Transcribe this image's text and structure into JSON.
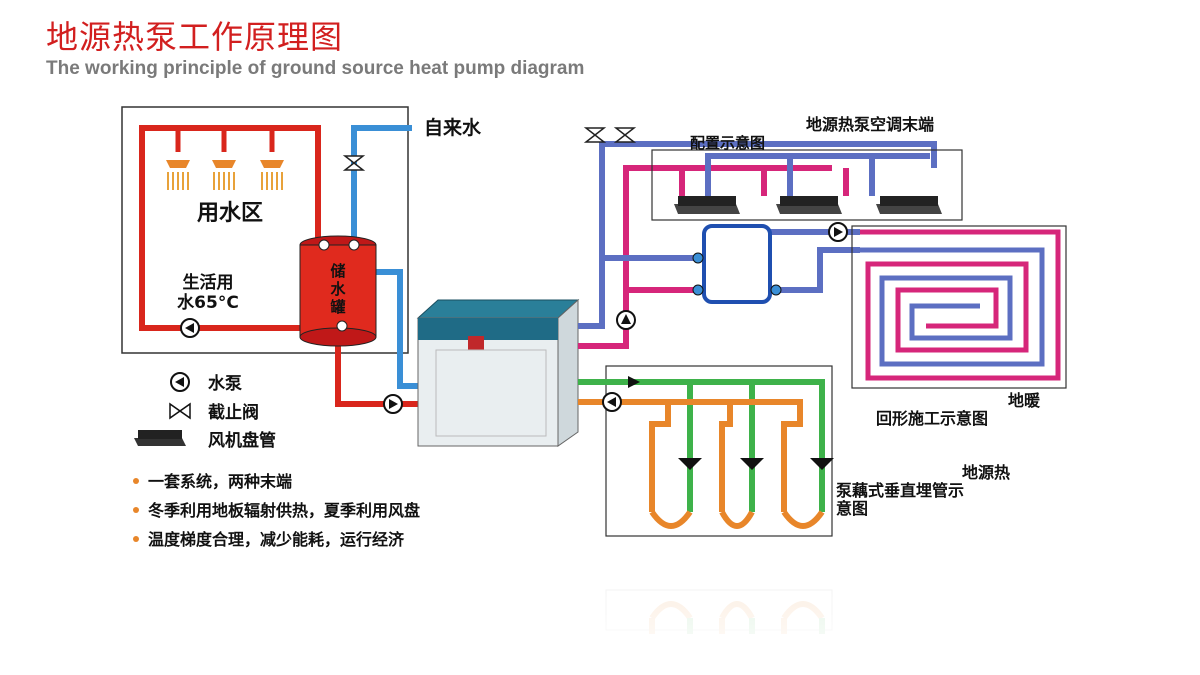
{
  "header": {
    "title": "地源热泵工作原理图",
    "subtitle": "The working principle of ground source heat pump diagram"
  },
  "diagram": {
    "water_use_area": "用水区",
    "tap_water": "自来水",
    "domestic_water_line1": "生活用",
    "domestic_water_line2": "水65°C",
    "tank_label": [
      "储",
      "水",
      "罐"
    ],
    "ac_terminal_title": "地源热泵空调末端",
    "ac_terminal_sub": "配置示意图",
    "floor_heating_title": "地暖",
    "floor_heating_sub": "回形施工示意图",
    "ground_pipe_title_line1": "地源热",
    "ground_pipe_title_line2": "泵藕式垂直埋管示",
    "ground_pipe_title_line3": "意图"
  },
  "legend": [
    {
      "icon": "pump-icon",
      "label": "水泵"
    },
    {
      "icon": "valve-icon",
      "label": "截止阀"
    },
    {
      "icon": "fan-coil-icon",
      "label": "风机盘管"
    }
  ],
  "bullets": [
    "一套系统，两种末端",
    "冬季利用地板辐射供热，夏季利用风盘",
    "温度梯度合理，减少能耗，运行经济"
  ],
  "colors": {
    "hot": "#d9261c",
    "cold": "#3a8fd6",
    "supply": "#d6267a",
    "return": "#5c6fc2",
    "ground_out": "#3eb24a",
    "ground_in": "#e8862a",
    "unit": "#1f6b86"
  }
}
